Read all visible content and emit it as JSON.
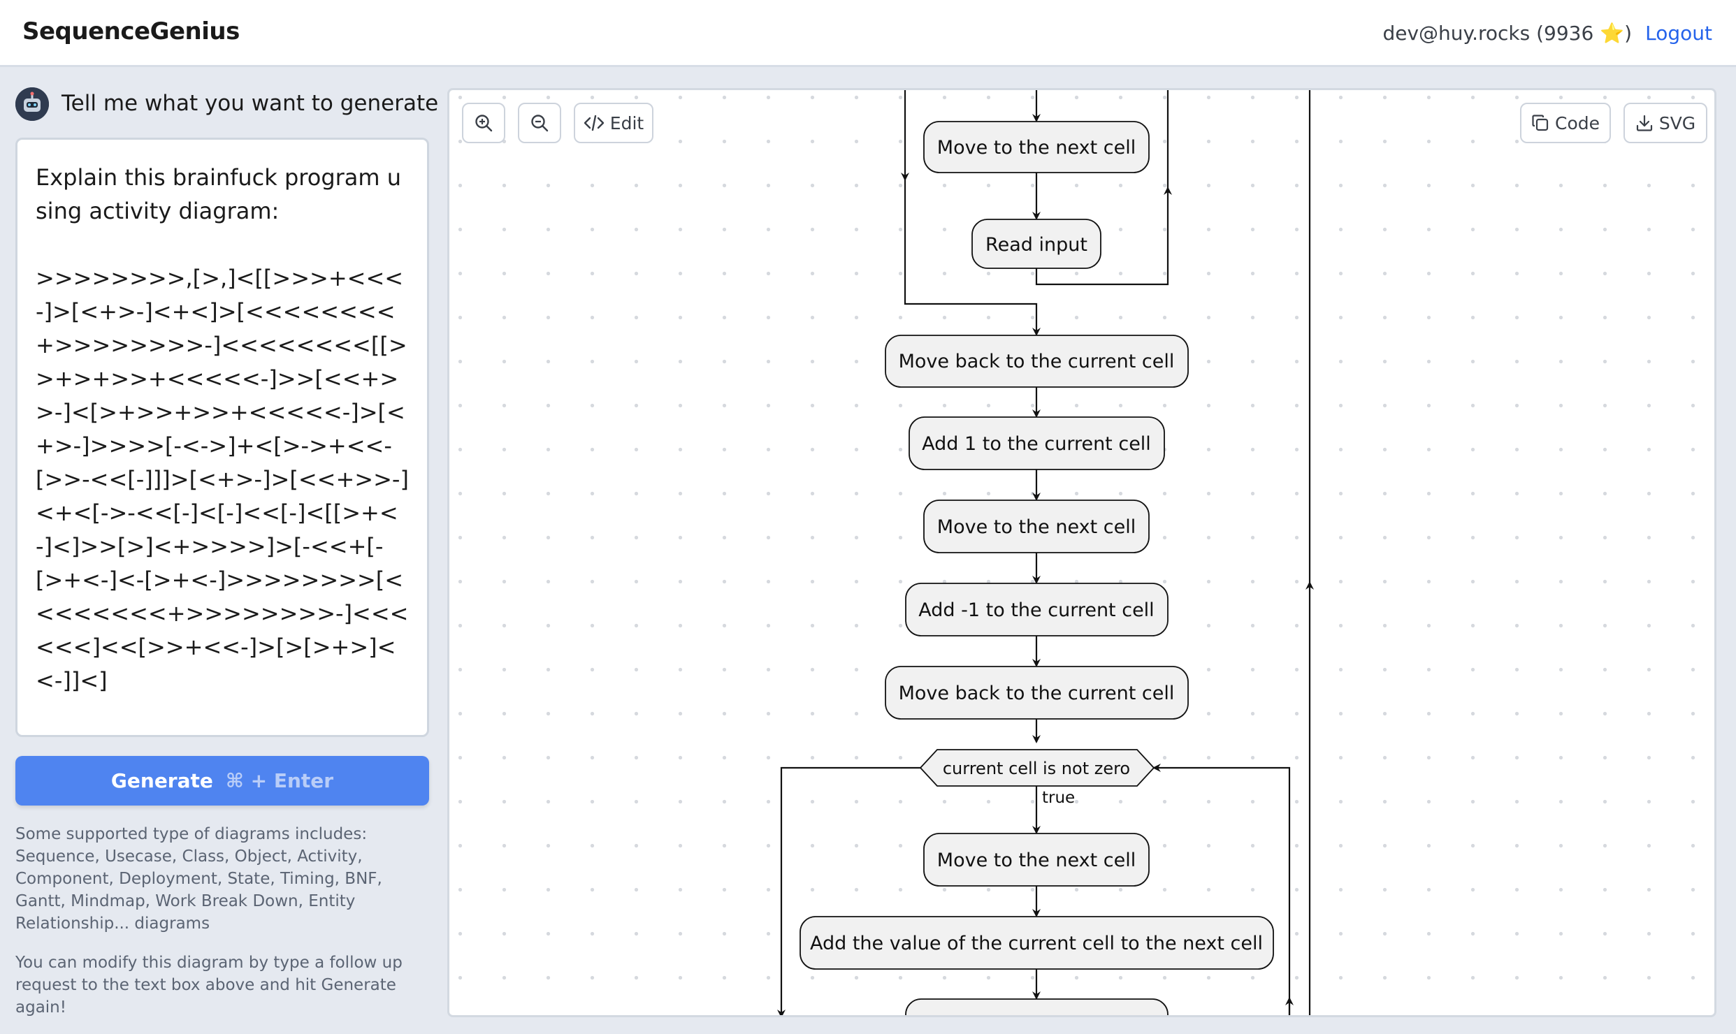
{
  "header": {
    "logo": "SequenceGenius",
    "user": "dev@huy.rocks (9936 ⭐️)",
    "logout": "Logout"
  },
  "prompt": {
    "title": "Tell me what you want to generate",
    "text": "Explain this brainfuck program using activity diagram:\n\n>>>>>>>>,[>,]<[[>>>+<<<-]>[<+>-]<+<]>[<<<<<<<<+>>>>>>>>-]<<<<<<<<[[>>+>+>>+<<<<<-]>>[<<+>>-]<[>+>>+>>+<<<<<-]>[<+>-]>>>>[-<->]+<[>->+<<-[>>-<<[-]]]>[<+>-]>[<<+>>-]<+<[->-<<[-]<[-]<<[-]<[[>+<-]<]>>[>]<+>>>>]>[-<<+[-[>+<-]<-[>+<-]>>>>>>>>[<<<<<<<<+>>>>>>>>-]<<<<<<]<<[>>+<<-]>[>[>+>]<<-]]<]",
    "generate_label": "Generate",
    "generate_shortcut": "⌘ + Enter",
    "help_1": "Some supported type of diagrams includes: Sequence, Usecase, Class, Object, Activity, Component, Deployment, State, Timing, BNF, Gantt, Mindmap, Work Break Down, Entity Relationship... diagrams",
    "help_2": "You can modify this diagram by type a follow up request to the text box above and hit Generate again!"
  },
  "toolbar": {
    "zoom_in_icon": "zoom-in-icon",
    "zoom_out_icon": "zoom-out-icon",
    "edit_label": "Edit",
    "code_label": "Code",
    "svg_label": "SVG"
  },
  "diagram": {
    "nodes": [
      "Move to the next cell",
      "Read input",
      "Move back to the current cell",
      "Add 1 to the current cell",
      "Move to the next cell",
      "Add -1 to the current cell",
      "Move back to the current cell",
      "Move to the next cell",
      "Add the value of the current cell to the next cell"
    ],
    "decision": "current cell is not zero",
    "true_label": "true"
  }
}
